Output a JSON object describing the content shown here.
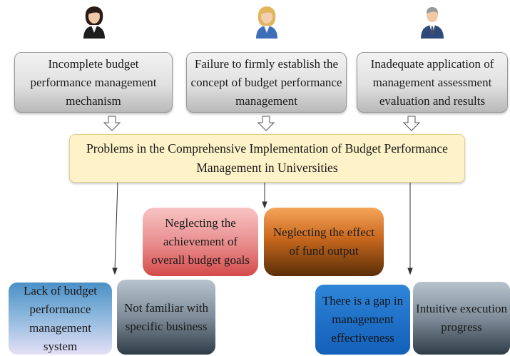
{
  "top_boxes": [
    "Incomplete budget performance management mechanism",
    "Failure to firmly establish the concept of budget performance management",
    "Inadequate application of management assessment evaluation and results"
  ],
  "main_box": "Problems in the Comprehensive Implementation of Budget Performance Management in Universities",
  "middle_boxes": [
    "Neglecting the achievement of overall budget goals",
    "Neglecting the effect of fund output"
  ],
  "bottom_boxes": [
    "Lack of budget performance management system",
    "Not familiar with specific business",
    "There is a gap in management effectiveness",
    "Intuitive execution progress"
  ],
  "icons": [
    "businesswoman-icon",
    "businesswoman-blonde-icon",
    "businessman-icon"
  ],
  "colors": {
    "main_box_fill": "#fdf2c8",
    "pink": "#e88a8a",
    "brown": "#c8681e",
    "blue": "#1f6fc7",
    "slate": "#7e8d99"
  }
}
